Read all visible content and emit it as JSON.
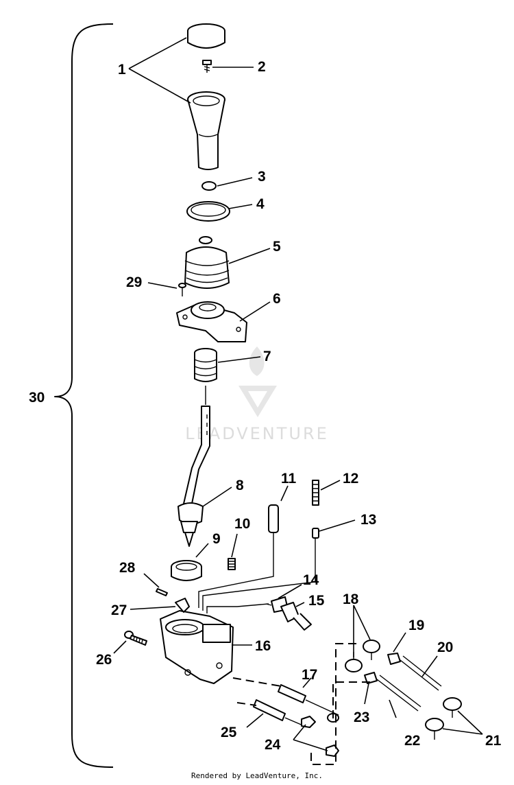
{
  "callouts": {
    "c1": "1",
    "c2": "2",
    "c3": "3",
    "c4": "4",
    "c5": "5",
    "c6": "6",
    "c7": "7",
    "c8": "8",
    "c9": "9",
    "c10": "10",
    "c11": "11",
    "c12": "12",
    "c13": "13",
    "c14": "14",
    "c15": "15",
    "c16": "16",
    "c17": "17",
    "c18": "18",
    "c19": "19",
    "c20": "20",
    "c21": "21",
    "c22": "22",
    "c23": "23",
    "c24": "24",
    "c25": "25",
    "c26": "26",
    "c27": "27",
    "c28": "28",
    "c29": "29",
    "c30": "30"
  },
  "watermark": "LEADVENTURE",
  "footer": "Rendered by LeadVenture, Inc."
}
